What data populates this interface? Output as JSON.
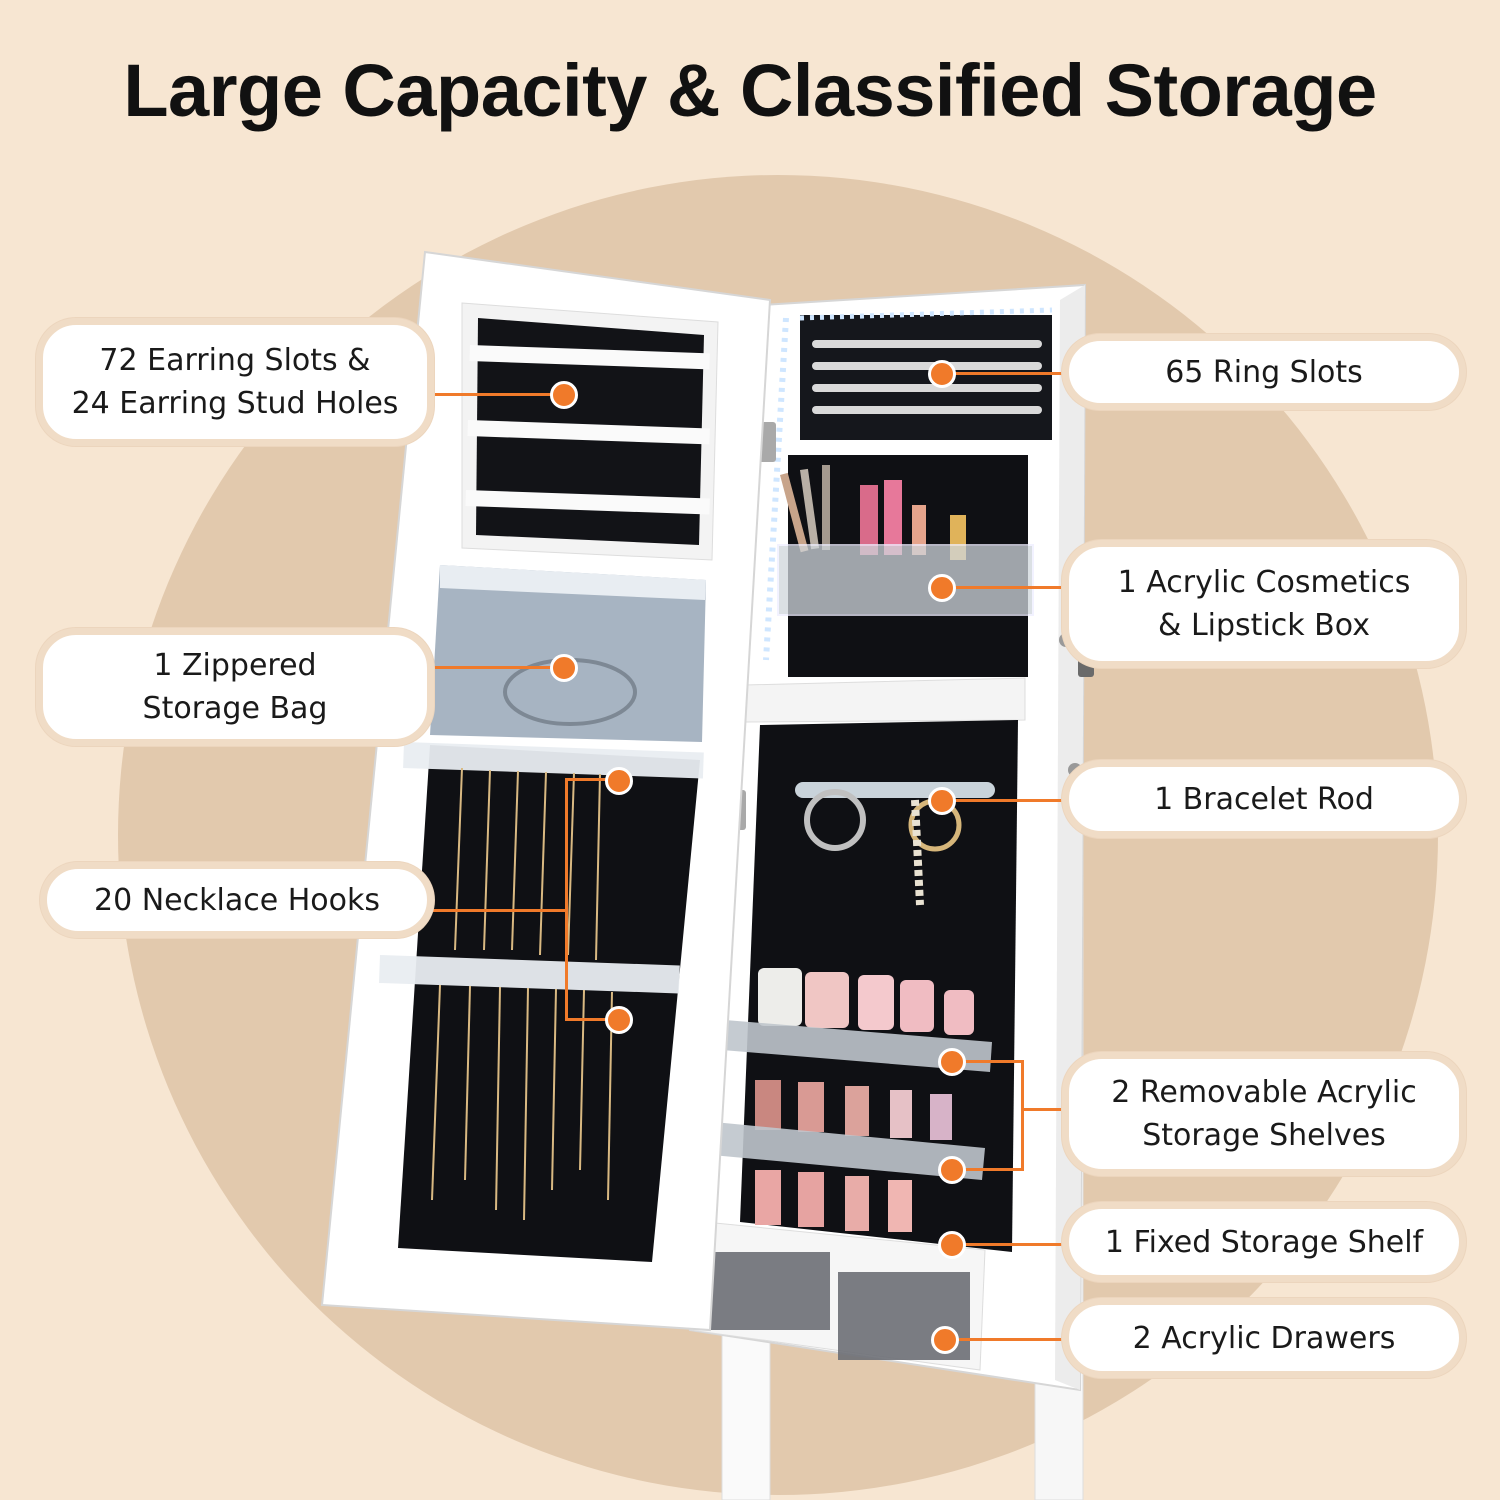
{
  "title": "Large Capacity & Classified Storage",
  "colors": {
    "background": "#f7e6d2",
    "circle": "#e2c9ad",
    "accent": "#f07a2a",
    "cabinet": "#ffffff",
    "lining": "#0d0d10"
  },
  "features": {
    "earring": {
      "line1": "72 Earring Slots &",
      "line2": "24 Earring Stud Holes"
    },
    "zipper": {
      "line1": "1 Zippered",
      "line2": "Storage Bag"
    },
    "necklace": {
      "line1": "20 Necklace Hooks"
    },
    "ring": {
      "line1": "65 Ring Slots"
    },
    "cosmetics": {
      "line1": "1 Acrylic Cosmetics",
      "line2": "& Lipstick Box"
    },
    "bracelet": {
      "line1": "1 Bracelet Rod"
    },
    "shelves": {
      "line1": "2 Removable Acrylic",
      "line2": "Storage Shelves"
    },
    "fixed_shelf": {
      "line1": "1 Fixed Storage Shelf"
    },
    "drawers": {
      "line1": "2 Acrylic Drawers"
    }
  }
}
